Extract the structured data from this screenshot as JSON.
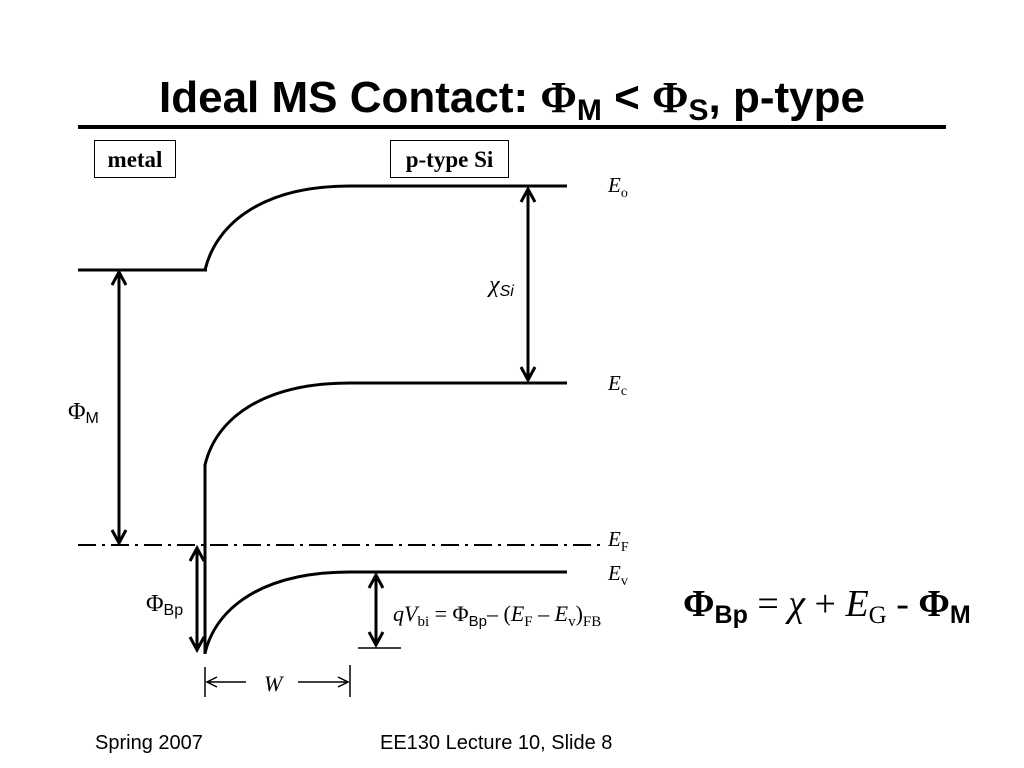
{
  "colors": {
    "ink": "#000000",
    "background": "#ffffff"
  },
  "title": {
    "part1": "Ideal MS Contact: ",
    "phi_m": "Φ",
    "sub_m": "M",
    "part2": " < ",
    "phi_s": "Φ",
    "sub_s": "S",
    "part3": ", p-type"
  },
  "regions": {
    "metal": "metal",
    "semiconductor": "p-type Si"
  },
  "levels": {
    "vacuum": {
      "symbol": "E",
      "sub": "o"
    },
    "conduction": {
      "symbol": "E",
      "sub": "c"
    },
    "fermi": {
      "symbol": "E",
      "sub": "F"
    },
    "valence": {
      "symbol": "E",
      "sub": "v"
    }
  },
  "quantities": {
    "electron_affinity": {
      "symbol": "χ",
      "sub": "Si"
    },
    "metal_work_function": {
      "symbol": "Φ",
      "sub": "M"
    },
    "barrier_height": {
      "symbol": "Φ",
      "sub": "Bp"
    },
    "depletion_width": {
      "symbol": "W"
    },
    "built_in": {
      "q": "q",
      "v": "V",
      "v_sub": "bi",
      "eq": " = ",
      "phi": "Φ",
      "phi_sub": "Bp",
      "minus_open": "– (",
      "ef": "E",
      "ef_sub": "F",
      "minus": " – ",
      "ev": "E",
      "ev_sub": "v",
      "close": ")",
      "close_sub": "FB"
    }
  },
  "equation": {
    "phi1": "Φ",
    "phi1_sub": "Bp",
    "eq": " = ",
    "chi": "χ",
    "plus": " + ",
    "e": "E",
    "e_sub": "G",
    "minus": " - ",
    "phi2": "Φ",
    "phi2_sub": "M"
  },
  "footer": {
    "date": "Spring 2007",
    "slide_ref": "EE130 Lecture 10, Slide 8"
  }
}
